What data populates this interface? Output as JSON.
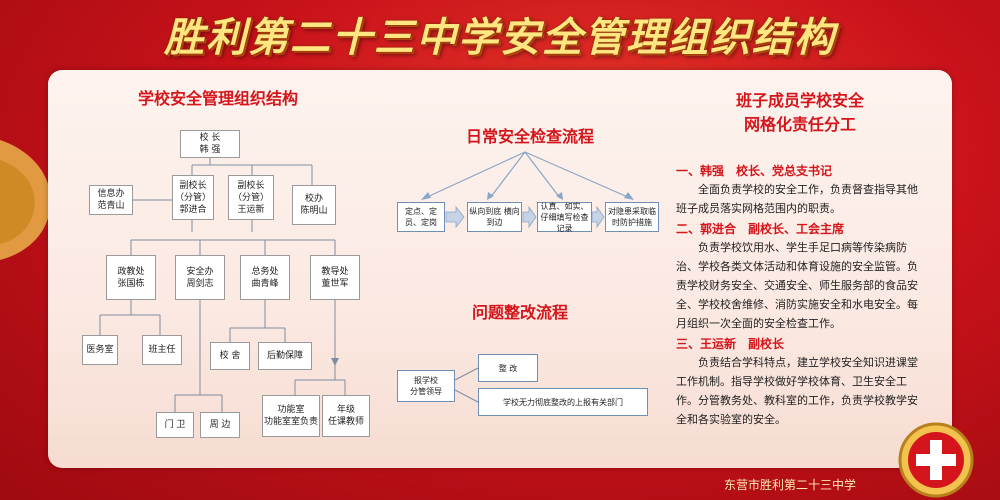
{
  "title": "胜利第二十三中学安全管理组织结构",
  "footer": "东营市胜利第二十三中学",
  "org_chart": {
    "heading": "学校安全管理组织结构",
    "principal": [
      "校 长",
      "韩 强"
    ],
    "vp1": [
      "副校长",
      "（分管）",
      "郭进合"
    ],
    "vp2": [
      "副校长",
      "（分管）",
      "王运新"
    ],
    "info_office": [
      "信息办",
      "范青山"
    ],
    "school_office": [
      "校办",
      "陈明山"
    ],
    "politics": [
      "政教处",
      "张国栋"
    ],
    "safety": [
      "安全办",
      "周剑志"
    ],
    "general_affairs": [
      "总务处",
      "曲青峰"
    ],
    "teaching": [
      "教导处",
      "董世军"
    ],
    "clinic": "医务室",
    "class_teacher": "班主任",
    "dorm": "校 舍",
    "logistics": "后勤保障",
    "guard": "门 卫",
    "surroundings": "周 边",
    "function_rooms": [
      "功能室",
      "功能室室负责"
    ],
    "grade": [
      "年级",
      "任课教师"
    ]
  },
  "daily_flow": {
    "heading": "日常安全检查流程",
    "steps": [
      "定点、定员、定岗",
      "纵向到底 横向到边",
      "认真、如实、仔细填写检查记录",
      "对隐患采取临时防护措施"
    ]
  },
  "rectify_flow": {
    "heading": "问题整改流程",
    "report": [
      "报学校",
      "分管领导"
    ],
    "fix": "整 改",
    "escalate": "学校无力彻底整改的上报有关部门"
  },
  "responsibility": {
    "heading_line1": "班子成员学校安全",
    "heading_line2": "网格化责任分工",
    "sections": [
      {
        "title": "一、韩强　校长、党总支书记",
        "body": "全面负责学校的安全工作，负责督查指导其他班子成员落实网格范围内的职责。"
      },
      {
        "title": "二、郭进合　副校长、工会主席",
        "body": "负责学校饮用水、学生手足口病等传染病防治、学校各类文体活动和体育设施的安全监管。负责学校财务安全、交通安全、师生服务部的食品安全、学校校舍维修、消防实施安全和水电安全。每月组织一次全面的安全检查工作。"
      },
      {
        "title": "三、王运新　副校长",
        "body": "负责结合学科特点，建立学校安全知识进课堂工作机制。指导学校做好学校体育、卫生安全工作。分管教务处、教科室的工作，负责学校教学安全和各实验室的安全。"
      }
    ]
  },
  "colors": {
    "accent_red": "#d4161c",
    "title_gold": "#ffe680",
    "arrow_blue": "#6f8fb8"
  }
}
